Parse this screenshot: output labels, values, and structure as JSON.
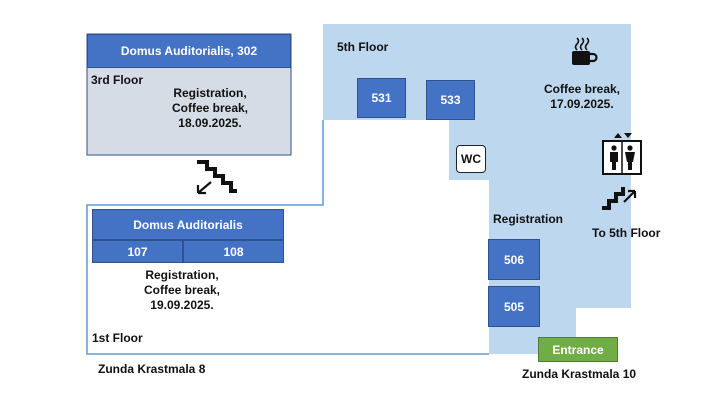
{
  "floor3": {
    "header": "Domus Auditorialis, 302",
    "floor_label": "3rd Floor",
    "info_lines": [
      "Registration,",
      "Coffee break,",
      "18.09.2025."
    ]
  },
  "floor5": {
    "floor_label": "5th Floor",
    "rooms": [
      "531",
      "533"
    ],
    "coffee_lines": [
      "Coffee break,",
      "17.09.2025."
    ],
    "wc_label": "WC",
    "stairs_label": "To 5th Floor"
  },
  "floor1": {
    "header": "Domus Auditorialis",
    "rooms": [
      "107",
      "108"
    ],
    "info_lines": [
      "Registration,",
      "Coffee break,",
      "19.09.2025."
    ],
    "floor_label": "1st Floor",
    "address": "Zunda Krastmala 8"
  },
  "building10": {
    "registration_label": "Registration",
    "rooms": [
      "506",
      "505"
    ],
    "entrance_label": "Entrance",
    "address": "Zunda Krastmala 10"
  },
  "colors": {
    "room_blue": "#4472c4",
    "floor_light_blue": "#bdd7ee",
    "floor3_fill": "#d6dce5",
    "entrance_green": "#70ad47",
    "outline_blue": "#5b9bd5"
  },
  "icons": [
    "coffee-cup-icon",
    "elevator-icon",
    "stairs-up-icon",
    "stairs-down-icon"
  ]
}
